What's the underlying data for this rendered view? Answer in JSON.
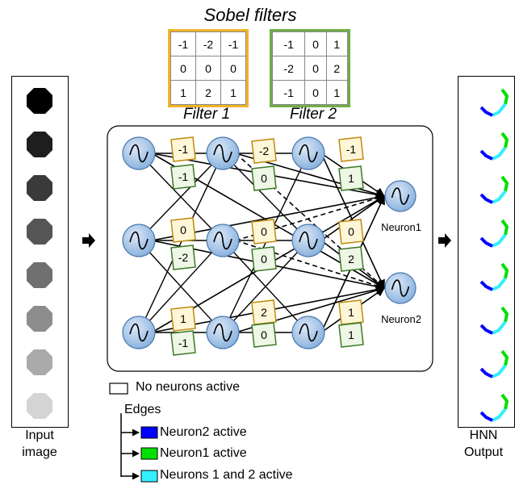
{
  "title": "Sobel filters",
  "filter1": {
    "label": "Filter 1",
    "color": "#f2b32a",
    "rows": [
      [
        "-1",
        "-2",
        "-1"
      ],
      [
        "0",
        "0",
        "0"
      ],
      [
        "1",
        "2",
        "1"
      ]
    ]
  },
  "filter2": {
    "label": "Filter 2",
    "color": "#70ad47",
    "rows": [
      [
        "-1",
        "0",
        "1"
      ],
      [
        "-2",
        "0",
        "2"
      ],
      [
        "-1",
        "0",
        "1"
      ]
    ]
  },
  "input": {
    "caption_line1": "Input",
    "caption_line2": "image",
    "gray_levels": [
      "#000000",
      "#1e1e1e",
      "#3a3a3a",
      "#555555",
      "#707070",
      "#8d8d8d",
      "#aaaaaa",
      "#d4d4d4"
    ]
  },
  "output": {
    "caption_line1": "HNN",
    "caption_line2": "Output"
  },
  "network": {
    "neuron1_label": "Neuron1",
    "neuron2_label": "Neuron2",
    "yellow_weights": [
      "-1",
      "-2",
      "-1",
      "0",
      "0",
      "0",
      "1",
      "2",
      "1"
    ],
    "green_weights": [
      "-1",
      "0",
      "1",
      "-2",
      "0",
      "2",
      "-1",
      "0",
      "1"
    ]
  },
  "legend": {
    "none_label": "No neurons active",
    "edges_label": "Edges",
    "neuron2_label": "Neuron2 active",
    "neuron1_label": "Neuron1 active",
    "both_label": "Neurons 1 and 2 active",
    "colors": {
      "neuron2": "#0000ff",
      "neuron1": "#00e000",
      "both": "#33eeff",
      "none": "#ffffff"
    }
  }
}
